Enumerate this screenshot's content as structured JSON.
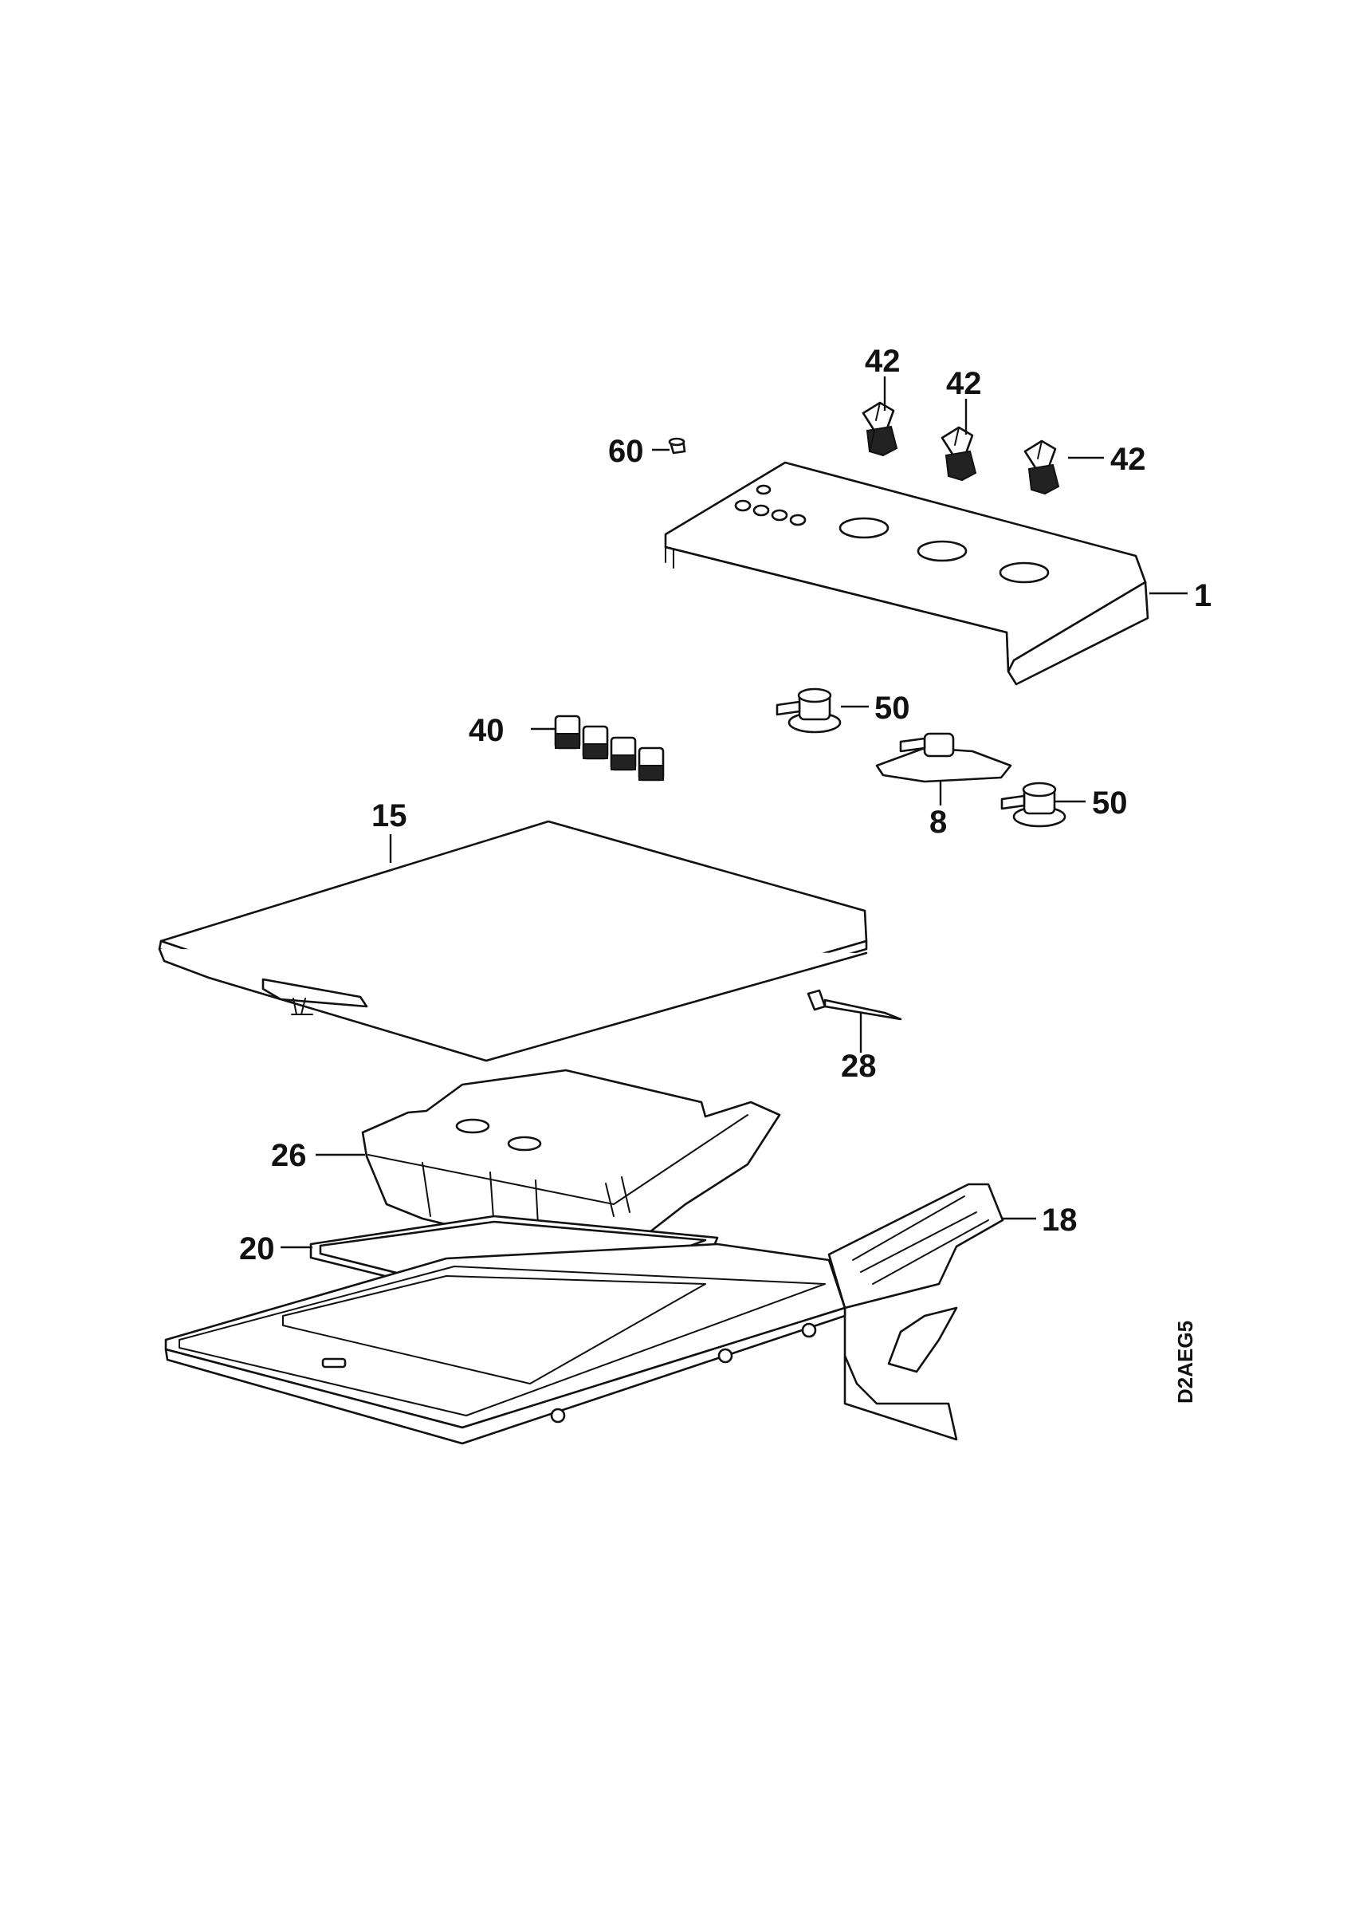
{
  "callouts": {
    "c42a": "42",
    "c42b": "42",
    "c42c": "42",
    "c60": "60",
    "c1": "1",
    "c40": "40",
    "c50a": "50",
    "c50b": "50",
    "c8": "8",
    "c15": "15",
    "c28": "28",
    "c26": "26",
    "c18": "18",
    "c20": "20"
  },
  "diagram_code": "D2AEG5",
  "icons": [
    "knob",
    "plug",
    "control-panel",
    "button-set",
    "hose-connector",
    "valve-bracket",
    "lid",
    "pin",
    "detergent-drawer",
    "gasket",
    "top-frame",
    "drawer-support"
  ]
}
